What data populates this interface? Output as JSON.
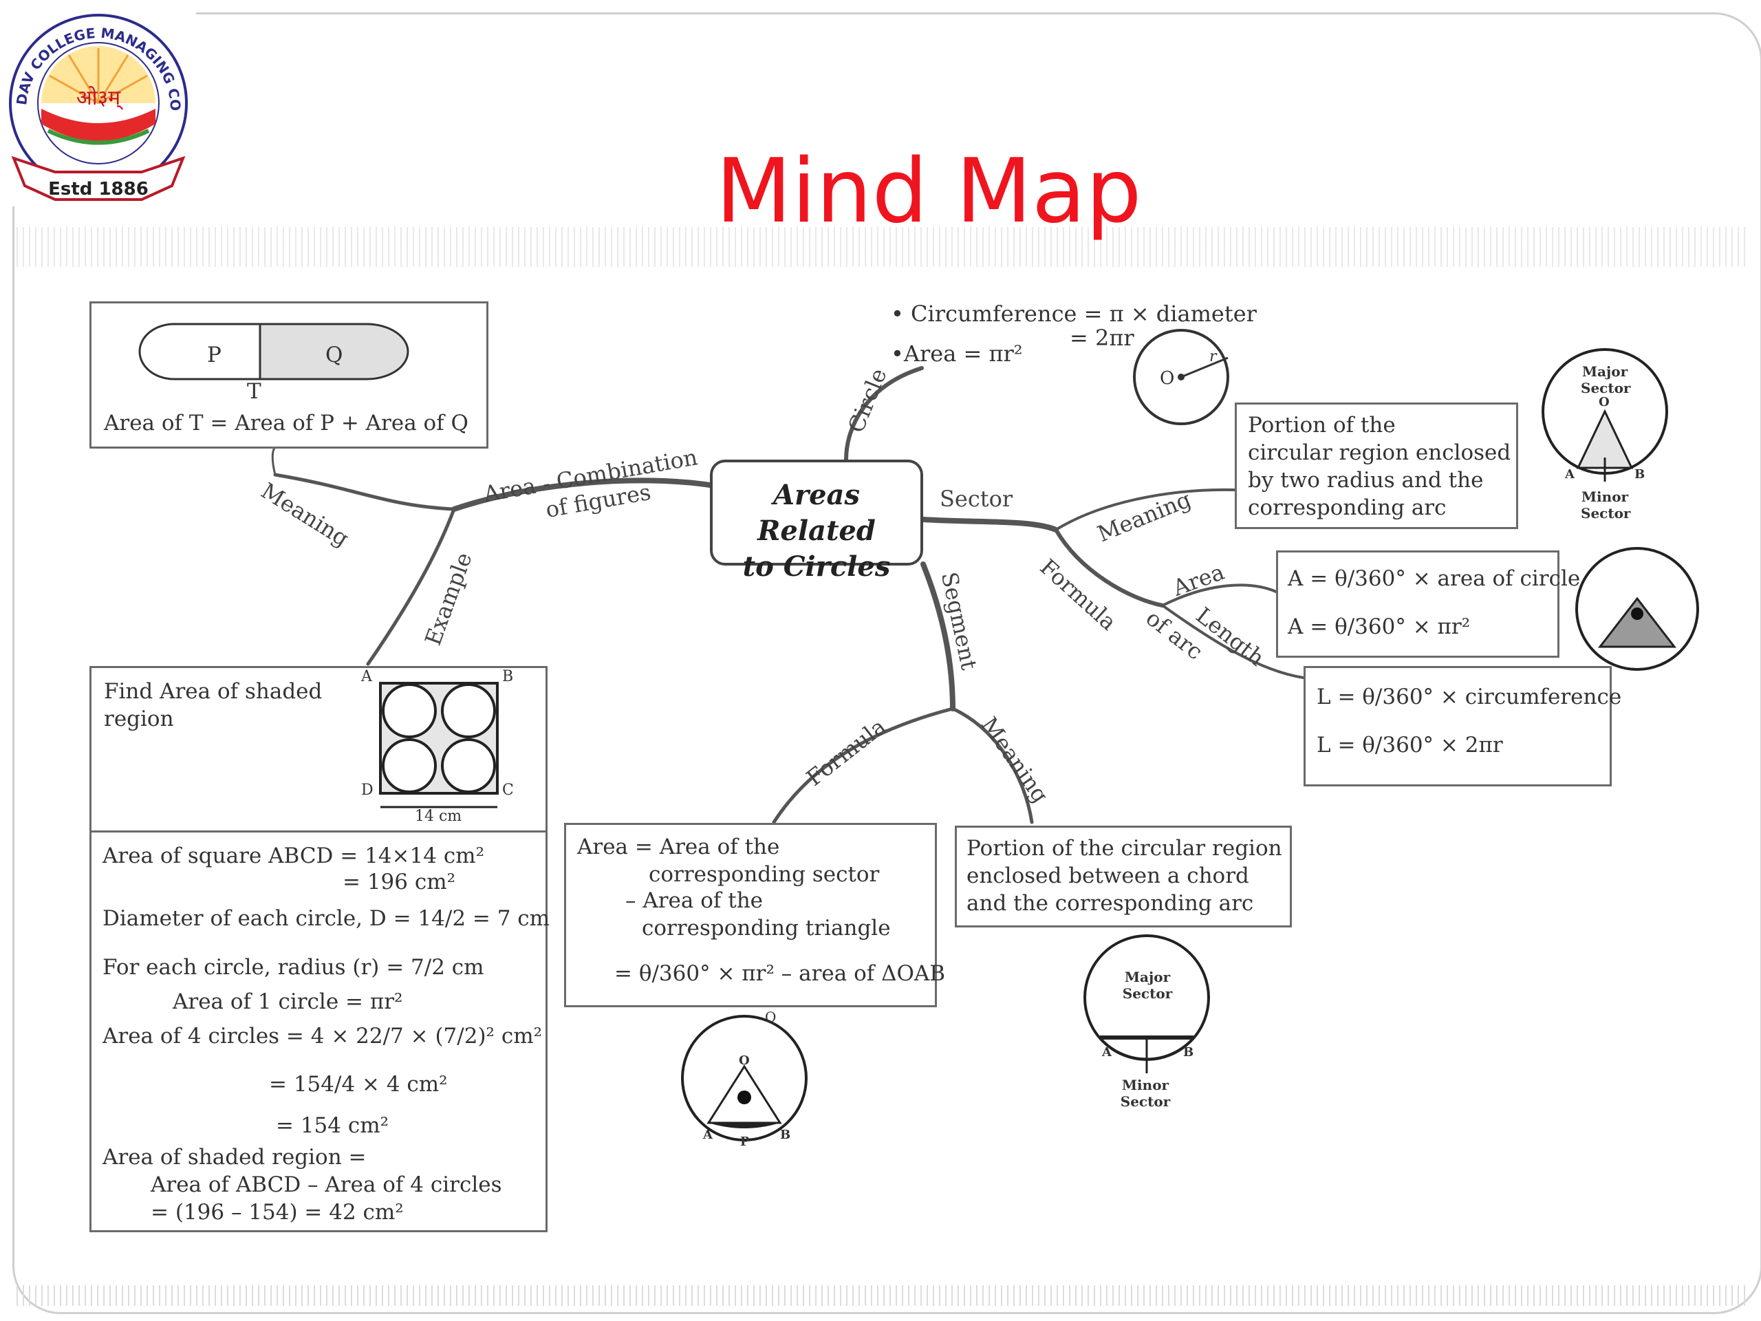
{
  "title": "Mind Map",
  "logo": {
    "arc_text": "DAV COLLEGE MANAGING COMMITTEE",
    "center_text": "ओ३म्",
    "estd": "Estd 1886"
  },
  "center_topic": [
    "Areas Related",
    "to Circles"
  ],
  "branches": {
    "area_combination": [
      "Area - Combination",
      "of figures"
    ],
    "meaning": "Meaning",
    "example": "Example",
    "circle": "Circle",
    "sector": "Sector",
    "segment": "Segment",
    "sector_meaning": "Meaning",
    "sector_formula": "Formula",
    "area": "Area",
    "length_of_arc": [
      "Length",
      "of arc"
    ],
    "segment_formula": "Formula",
    "segment_meaning": "Meaning"
  },
  "circle_facts": {
    "circumference": "• Circumference = π × diameter",
    "circumference_2": "= 2πr",
    "area": "•Area = πr²",
    "center_label": "O",
    "radius_label": "r"
  },
  "meaning_box": {
    "p": "P",
    "q": "Q",
    "t": "T",
    "text": "Area of T = Area of P + Area of Q"
  },
  "example_box": {
    "question": [
      "Find Area of shaded",
      "region"
    ],
    "corners": [
      "A",
      "B",
      "C",
      "D"
    ],
    "side": "14 cm",
    "solution": [
      "Area of square ABCD = 14×14 cm²",
      "= 196 cm²",
      "Diameter of each circle, D = 14/2 = 7 cm",
      "For each circle, radius (r) = 7/2 cm",
      "Area of 1 circle = πr²",
      "Area of 4 circles = 4 × 22/7 × (7/2)² cm²",
      "= 154/4 × 4 cm²",
      "= 154 cm²",
      "Area of shaded region =",
      "Area of ABCD – Area of 4 circles",
      "= (196 – 154) = 42 cm²"
    ]
  },
  "sector_meaning": [
    "Portion of the",
    "circular region enclosed",
    "by two radius and the",
    "corresponding arc"
  ],
  "sector_diagram": {
    "major": [
      "Major",
      "Sector"
    ],
    "minor": [
      "Minor",
      "Sector"
    ],
    "a": "A",
    "b": "B",
    "o": "O"
  },
  "sector_area": [
    "A = θ/360° × area of circle",
    "A = θ/360° × πr²"
  ],
  "arc_length": [
    "L = θ/360° × circumference",
    "L = θ/360° × 2πr"
  ],
  "segment_formula": [
    "Area = Area of the",
    "corresponding sector",
    "– Area of the",
    "corresponding triangle",
    "= θ/360° × πr² – area of ΔOAB"
  ],
  "segment_meaning": [
    "Portion of the circular region",
    "enclosed between a chord",
    "and the corresponding arc"
  ],
  "segment_diagram": {
    "major": [
      "Major",
      "Sector"
    ],
    "minor": [
      "Minor",
      "Sector"
    ],
    "a": "A",
    "b": "B",
    "o": "O",
    "p": "P",
    "q": "Q"
  },
  "colors": {
    "title": "#f0141e",
    "lines": "#555555"
  }
}
